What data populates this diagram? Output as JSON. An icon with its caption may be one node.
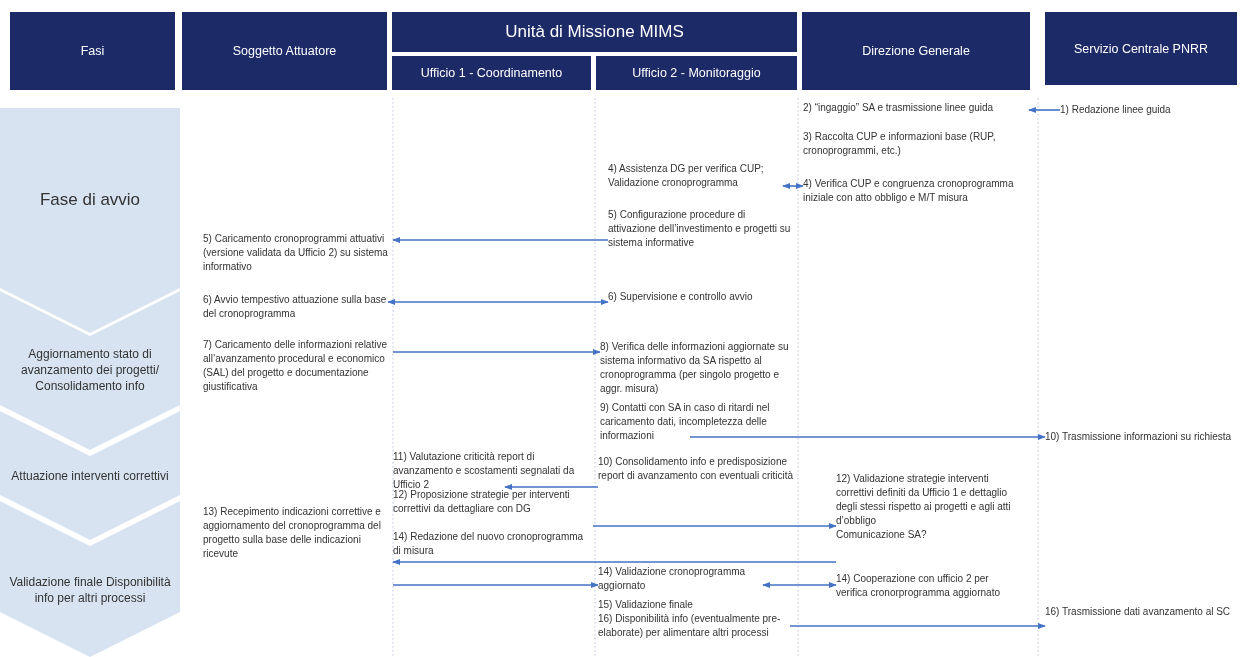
{
  "diagram": {
    "nodes": [
      {
        "text": [
          "Fasi"
        ]
      },
      {
        "text": [
          "Soggetto Attuatore"
        ]
      },
      {
        "text": [
          "Unità di Missione MIMS"
        ]
      },
      {
        "text": [
          "Ufficio 1 - Coordinamento"
        ]
      },
      {
        "text": [
          "Ufficio 2 - Monitoraggio"
        ]
      },
      {
        "text": [
          "Direzione Generale"
        ]
      },
      {
        "text": [
          "Servizio Centrale PNRR"
        ]
      },
      {
        "text": [
          "Fase di avvio"
        ]
      },
      {
        "text": [
          "Aggiornamento stato di avanzamento dei progetti/ Consolidamento info"
        ]
      },
      {
        "text": [
          "Attuazione interventi correttivi"
        ]
      },
      {
        "text": [
          "Validazione finale Disponibilità info per altri processi"
        ]
      },
      {
        "text": [
          "2) “ingaggio” SA e trasmissione linee guida"
        ]
      },
      {
        "text": [
          "1) Redazione linee guida"
        ]
      },
      {
        "text": [
          "3) Raccolta CUP e informazioni base (RUP, cronoprogrammi, etc.)"
        ]
      },
      {
        "text": [
          "4) Assistenza DG per verifica CUP; Validazione cronoprogramma"
        ]
      },
      {
        "text": [
          "4) Verifica CUP e congruenza cronoprogramma iniziale con atto obbligo e M/T misura"
        ]
      },
      {
        "text": [
          "5) Configurazione procedure di attivazione dell’investimento e progetti su sistema informative"
        ]
      },
      {
        "text": [
          "5) Caricamento cronoprogrammi attuativi (versione validata da Ufficio 2) su sistema informativo"
        ]
      },
      {
        "text": [
          "6) Avvio tempestivo attuazione sulla base del cronoprogramma"
        ]
      },
      {
        "text": [
          "6) Supervisione e controllo avvio"
        ]
      },
      {
        "text": [
          "7) Caricamento delle informazioni relative all’avanzamento procedural e economico (SAL) del progetto e documentazione giustificativa"
        ]
      },
      {
        "text": [
          "8) Verifica delle informazioni aggiornate su sistema informativo da SA rispetto al cronoprogramma (per singolo progetto e aggr. misura)"
        ]
      },
      {
        "text": [
          "9) Contatti con SA in caso di ritardi nel caricamento dati, incompletezza delle informazioni"
        ]
      },
      {
        "text": [
          "10) Trasmissione informazioni su richiesta"
        ]
      },
      {
        "text": [
          "11) Valutazione criticità report di avanzamento e scostamenti segnalati da Ufficio 2"
        ]
      },
      {
        "text": [
          "10) Consolidamento info e predisposizione report di avanzamento con eventuali criticità"
        ]
      },
      {
        "text": [
          "12) Validazione strategie interventi correttivi definiti da Ufficio 1 e dettaglio degli stessi rispetto ai progetti e agli atti d’obbligo",
          "Comunicazione SA?"
        ]
      },
      {
        "text": [
          "12) Proposizione strategie per interventi correttivi da dettagliare con DG"
        ]
      },
      {
        "text": [
          "13) Recepimento indicazioni correttive e aggiornamento del cronoprogramma del progetto sulla base delle indicazioni ricevute"
        ]
      },
      {
        "text": [
          "14) Redazione del nuovo cronoprogramma di misura"
        ]
      },
      {
        "text": [
          "14) Validazione cronoprogramma aggiornato"
        ]
      },
      {
        "text": [
          "14) Cooperazione con ufficio 2 per verifica cronorprogramma aggiornato"
        ]
      },
      {
        "text": [
          "15) Validazione finale"
        ]
      },
      {
        "text": [
          "16) Disponibilità info (eventualmente pre-elaborate) per alimentare altri processi"
        ]
      },
      {
        "text": [
          "16) Trasmissione dati avanzamento al SC"
        ]
      }
    ],
    "edges": [
      {
        "from": 12,
        "to": 11,
        "arrow": "to"
      },
      {
        "from": 14,
        "to": 15,
        "arrow": "both"
      },
      {
        "from": 16,
        "to": 17,
        "arrow": "to"
      },
      {
        "from": 18,
        "to": 19,
        "arrow": "both"
      },
      {
        "from": 20,
        "to": 21,
        "arrow": "to"
      },
      {
        "from": 22,
        "to": 23,
        "arrow": "to"
      },
      {
        "from": 25,
        "to": 24,
        "arrow": "to"
      },
      {
        "from": 27,
        "to": 26,
        "arrow": "to"
      },
      {
        "from": 26,
        "to": 28,
        "arrow": "to"
      },
      {
        "from": 28,
        "to": 30,
        "arrow": "to"
      },
      {
        "from": 30,
        "to": 31,
        "arrow": "both"
      },
      {
        "from": 33,
        "to": 34,
        "arrow": "to"
      }
    ]
  }
}
